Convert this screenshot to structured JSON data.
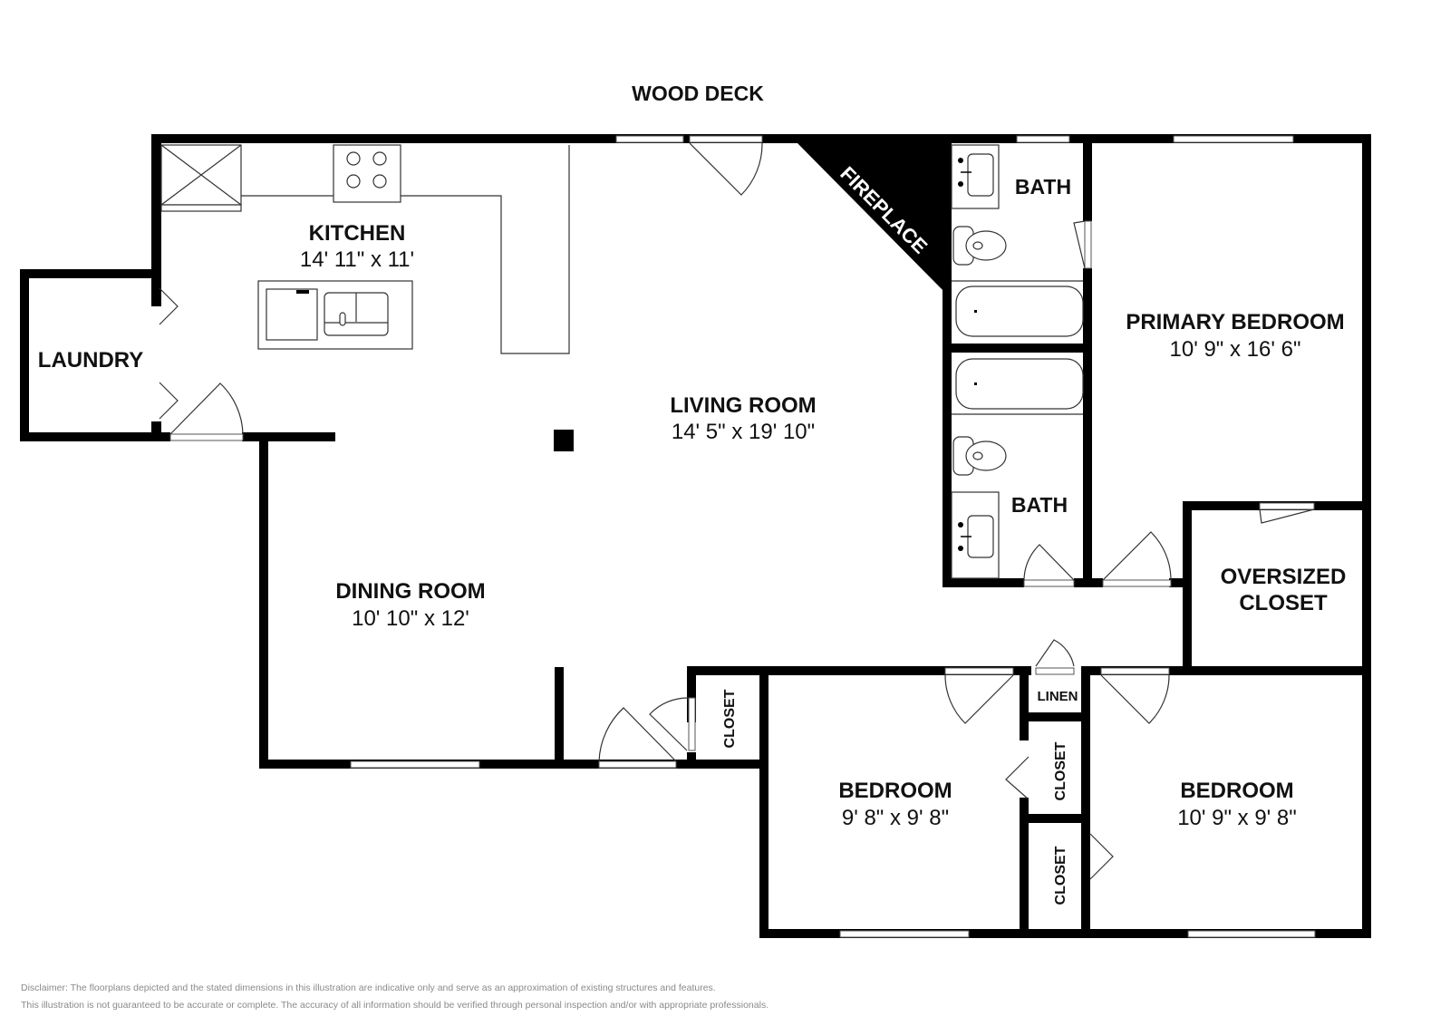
{
  "exterior": {
    "deck_label": "WOOD DECK"
  },
  "rooms": {
    "kitchen": {
      "name": "KITCHEN",
      "dimensions": "14' 11\" x 11'"
    },
    "laundry": {
      "name": "LAUNDRY"
    },
    "living_room": {
      "name": "LIVING ROOM",
      "dimensions": "14' 5\" x 19' 10\""
    },
    "dining_room": {
      "name": "DINING ROOM",
      "dimensions": "10' 10\" x 12'"
    },
    "fireplace": {
      "name": "FIREPLACE"
    },
    "bath_upper": {
      "name": "BATH"
    },
    "bath_lower": {
      "name": "BATH"
    },
    "primary_bedroom": {
      "name": "PRIMARY BEDROOM",
      "dimensions": "10' 9\" x 16' 6\""
    },
    "oversized_closet": {
      "name_line1": "OVERSIZED",
      "name_line2": "CLOSET"
    },
    "hall_closet": {
      "name": "CLOSET"
    },
    "linen": {
      "name": "LINEN"
    },
    "bedroom_closet_1": {
      "name": "CLOSET"
    },
    "bedroom_closet_2": {
      "name": "CLOSET"
    },
    "bedroom_1": {
      "name": "BEDROOM",
      "dimensions": "9' 8\" x 9' 8\""
    },
    "bedroom_2": {
      "name": "BEDROOM",
      "dimensions": "10' 9\" x 9' 8\""
    }
  },
  "disclaimer": {
    "line1": "Disclaimer: The floorplans depicted and the stated dimensions in this illustration are indicative only and serve as an approximation of existing structures and features.",
    "line2": "This illustration is not guaranteed to be accurate or complete. The accuracy of all information should be verified through personal inspection and/or with appropriate professionals."
  },
  "colors": {
    "wall": "#000000",
    "background": "#ffffff",
    "disclaimer_text": "#8a8a8a"
  }
}
